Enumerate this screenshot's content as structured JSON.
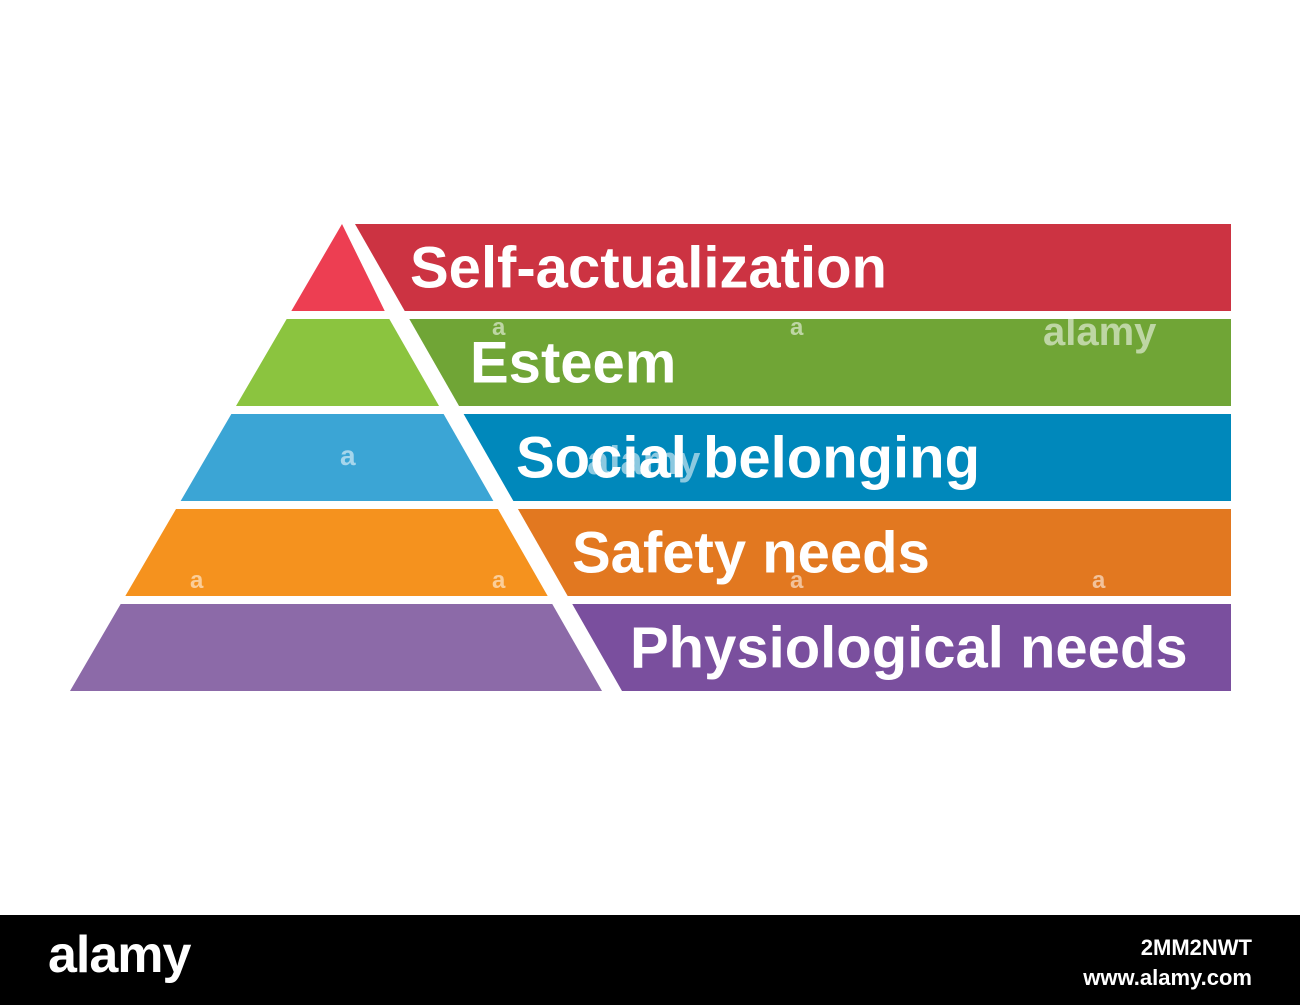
{
  "diagram": {
    "levels": [
      {
        "label": "Self-actualization",
        "left_color": "#ed3e52",
        "right_color": "#cc3342"
      },
      {
        "label": "Esteem",
        "left_color": "#8bc43f",
        "right_color": "#70a536"
      },
      {
        "label": "Social belonging",
        "left_color": "#3ba5d5",
        "right_color": "#0088bb"
      },
      {
        "label": "Safety needs",
        "left_color": "#f5921e",
        "right_color": "#e27820"
      },
      {
        "label": "Physiological needs",
        "left_color": "#8c6aa8",
        "right_color": "#7a4f9e"
      }
    ]
  },
  "watermark": {
    "mark_text": "alamy",
    "letter": "a"
  },
  "footer": {
    "logo": "alamy",
    "image_code": "2MM2NWT",
    "url": "www.alamy.com"
  }
}
